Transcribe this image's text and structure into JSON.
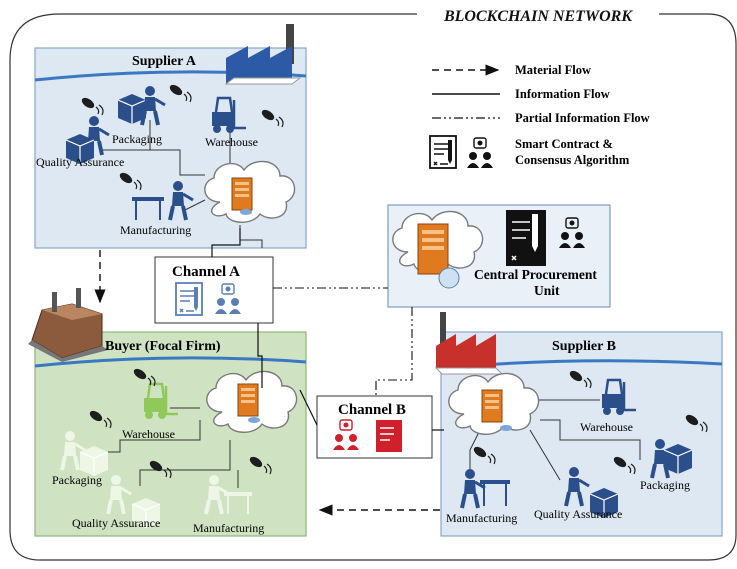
{
  "network_title": "BLOCKCHAIN NETWORK",
  "legend": {
    "material_flow": "Material Flow",
    "information_flow": "Information Flow",
    "partial_information_flow": "Partial Information Flow",
    "smart_contract_line1": "Smart Contract &",
    "smart_contract_line2": "Consensus Algorithm"
  },
  "supplier_a": {
    "title": "Supplier A",
    "packaging": "Packaging",
    "warehouse": "Warehouse",
    "quality_assurance": "Quality Assurance",
    "manufacturing": "Manufacturing"
  },
  "supplier_b": {
    "title": "Supplier B",
    "warehouse": "Warehouse",
    "packaging": "Packaging",
    "quality_assurance": "Quality Assurance",
    "manufacturing": "Manufacturing"
  },
  "buyer": {
    "title": "Buyer (Focal Firm)",
    "warehouse": "Warehouse",
    "packaging": "Packaging",
    "quality_assurance": "Quality Assurance",
    "manufacturing": "Manufacturing"
  },
  "channel_a": "Channel A",
  "channel_b": "Channel B",
  "central_unit_line1": "Central Procurement",
  "central_unit_line2": "Unit",
  "colors": {
    "supplier_fill": "#dde8f3",
    "buyer_fill": "#cfe3c2",
    "server": "#e07a1f",
    "accent_blue": "#3b63a8",
    "accent_red": "#d0202c",
    "arc_blue": "#3a78c2"
  }
}
